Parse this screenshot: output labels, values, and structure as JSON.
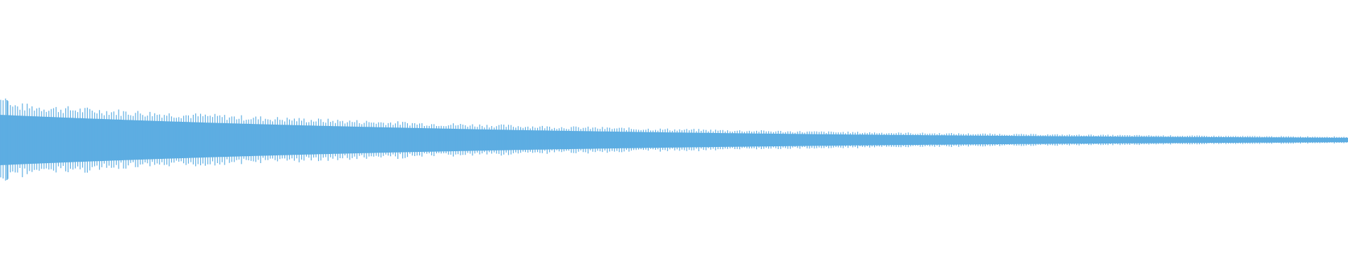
{
  "waveform": {
    "color": "#5dade2",
    "background": "#ffffff",
    "envelope": {
      "initial_amplitude": 0.5,
      "peak_amplitude": 0.6,
      "final_amplitude": 0.045,
      "decay_shape": "exponential"
    },
    "cycles": 560
  }
}
